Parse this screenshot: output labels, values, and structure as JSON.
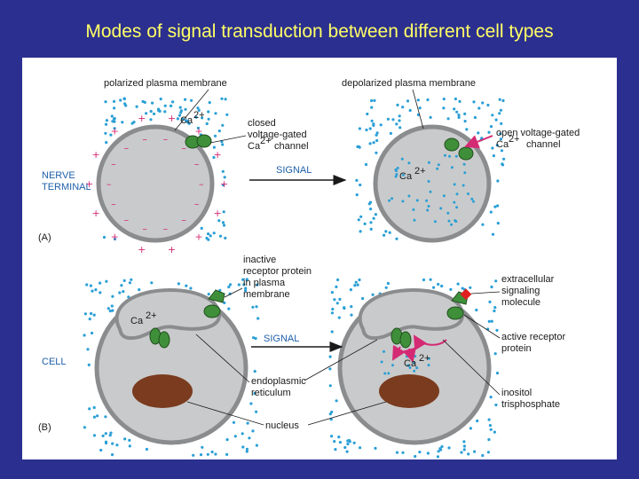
{
  "title": "Modes of signal transduction between different cell types",
  "panel_a": {
    "label": "(A)",
    "side_label_line1": "NERVE",
    "side_label_line2": "TERMINAL",
    "left_top": "polarized plasma membrane",
    "right_top": "depolarized plasma membrane",
    "closed_line1": "closed",
    "closed_line2": "voltage-gated",
    "closed_line3": "Ca",
    "closed_line3b": "channel",
    "open_line1": "open  voltage-gated",
    "open_line2": "Ca",
    "open_line2b": "channel",
    "signal": "SIGNAL",
    "ion_left": "Ca",
    "ion_right": "Ca"
  },
  "panel_b": {
    "label": "(B)",
    "side_label": "CELL",
    "inactive_line1": "inactive",
    "inactive_line2": "receptor protein",
    "inactive_line3": "in plasma",
    "inactive_line4": "membrane",
    "signal": "SIGNAL",
    "er_line1": "endoplasmic",
    "er_line2": "reticulum",
    "nucleus": "nucleus",
    "extra_line1": "extracellular",
    "extra_line2": "signaling",
    "extra_line3": "molecule",
    "active_line1": "active receptor",
    "active_line2": "protein",
    "inositol_line1": "inositol",
    "inositol_line2": "trisphosphate",
    "ion_left": "Ca",
    "ion_right": "Ca"
  },
  "colors": {
    "background": "#2b2f8f",
    "title": "#ffff66",
    "cell": "#c9cacb",
    "membrane": "#8a8c8e",
    "channel": "#3f8f3a",
    "nucleus": "#7a3b1e",
    "dots": "#2a9fd6",
    "signal_arrow": "#d42a73"
  }
}
